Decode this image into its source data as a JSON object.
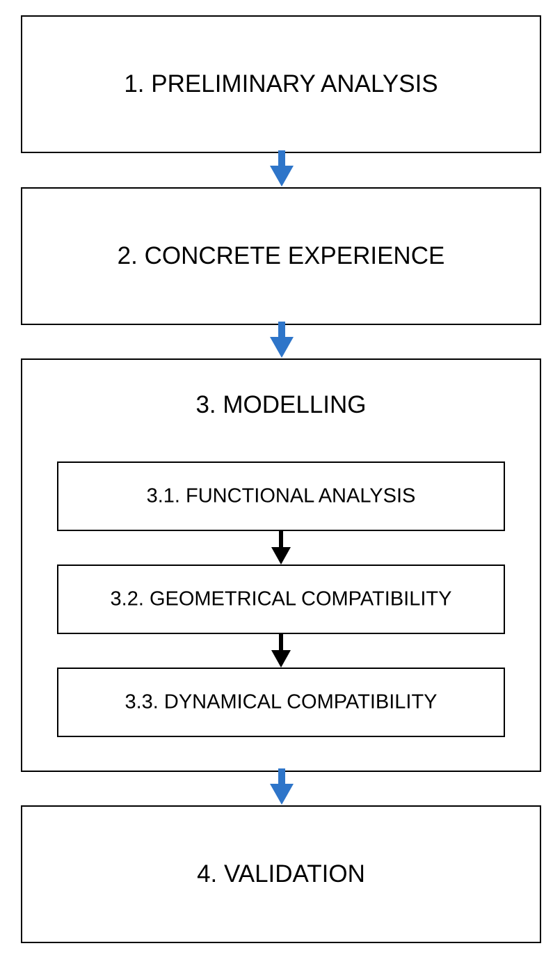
{
  "steps": {
    "preliminary_analysis": "1. PRELIMINARY ANALYSIS",
    "concrete_experience": "2. CONCRETE EXPERIENCE",
    "modelling": "3. MODELLING",
    "functional_analysis": "3.1. FUNCTIONAL ANALYSIS",
    "geometrical_compatibility": "3.2. GEOMETRICAL COMPATIBILITY",
    "dynamical_compatibility": "3.3. DYNAMICAL COMPATIBILITY",
    "validation": "4. VALIDATION"
  },
  "colors": {
    "main_arrow": "#2e75c9",
    "sub_arrow": "#000000",
    "border": "#000000"
  }
}
